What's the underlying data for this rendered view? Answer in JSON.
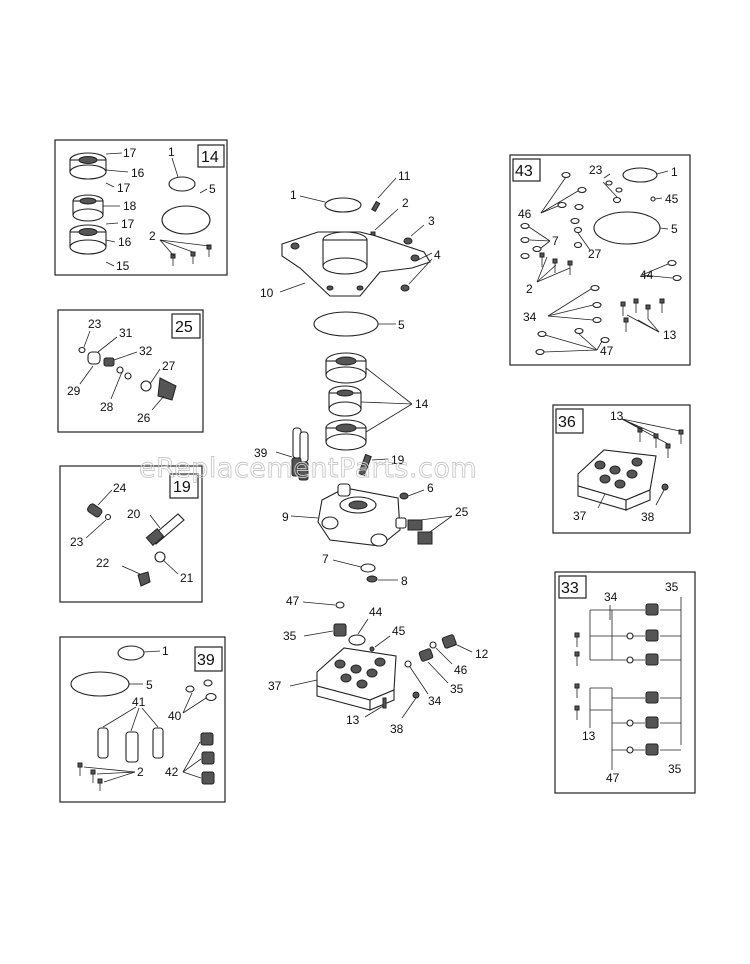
{
  "watermark": "eReplacementParts.com",
  "kits": {
    "k14": {
      "number": "14",
      "labels": [
        "17",
        "16",
        "17",
        "18",
        "17",
        "16",
        "15",
        "1",
        "5",
        "2"
      ]
    },
    "k25": {
      "number": "25",
      "labels": [
        "23",
        "31",
        "32",
        "27",
        "29",
        "28",
        "26"
      ]
    },
    "k19": {
      "number": "19",
      "labels": [
        "24",
        "23",
        "20",
        "22",
        "21"
      ]
    },
    "k39": {
      "number": "39",
      "labels": [
        "1",
        "5",
        "41",
        "40",
        "2",
        "42"
      ]
    },
    "k43": {
      "number": "43",
      "labels": [
        "23",
        "1",
        "45",
        "46",
        "5",
        "27",
        "7",
        "44",
        "2",
        "34",
        "13",
        "47"
      ]
    },
    "k36": {
      "number": "36",
      "labels": [
        "13",
        "37",
        "38"
      ]
    },
    "k33": {
      "number": "33",
      "labels": [
        "34",
        "35",
        "13",
        "47",
        "35"
      ]
    }
  },
  "main": {
    "labels": [
      "11",
      "1",
      "2",
      "3",
      "4",
      "10",
      "5",
      "14",
      "39",
      "19",
      "6",
      "9",
      "25",
      "7",
      "8",
      "47",
      "44",
      "45",
      "35",
      "12",
      "46",
      "37",
      "35",
      "34",
      "13",
      "38"
    ]
  }
}
